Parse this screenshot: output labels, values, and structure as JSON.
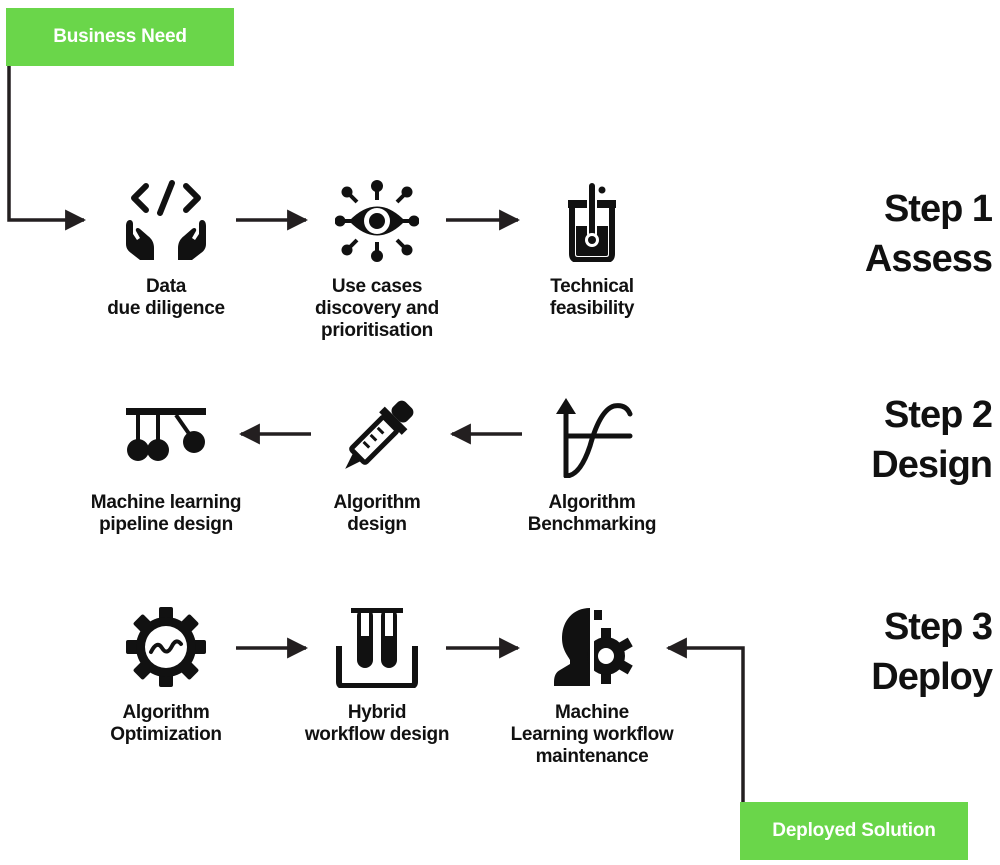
{
  "start_box": {
    "label": "Business Need"
  },
  "end_box": {
    "label": "Deployed Solution"
  },
  "steps": [
    {
      "number": "Step 1",
      "name": "Assess",
      "direction": "right",
      "nodes": [
        {
          "icon": "code-hands-icon",
          "lines": [
            "Data",
            "due diligence"
          ]
        },
        {
          "icon": "eye-network-icon",
          "lines": [
            "Use cases",
            "discovery and",
            "prioritisation"
          ]
        },
        {
          "icon": "beaker-icon",
          "lines": [
            "Technical",
            "feasibility"
          ]
        }
      ]
    },
    {
      "number": "Step 2",
      "name": "Design",
      "direction": "left",
      "nodes": [
        {
          "icon": "pendulum-icon",
          "lines": [
            "Machine learning",
            "pipeline design"
          ]
        },
        {
          "icon": "dropper-icon",
          "lines": [
            "Algorithm",
            "design"
          ]
        },
        {
          "icon": "function-graph-icon",
          "lines": [
            "Algorithm",
            "Benchmarking"
          ]
        }
      ]
    },
    {
      "number": "Step 3",
      "name": "Deploy",
      "direction": "right",
      "nodes": [
        {
          "icon": "gear-chart-icon",
          "lines": [
            "Algorithm",
            "Optimization"
          ]
        },
        {
          "icon": "test-tubes-icon",
          "lines": [
            "Hybrid",
            "workflow design"
          ]
        },
        {
          "icon": "head-gear-icon",
          "lines": [
            "Machine",
            "Learning workflow",
            "maintenance"
          ]
        }
      ]
    }
  ]
}
